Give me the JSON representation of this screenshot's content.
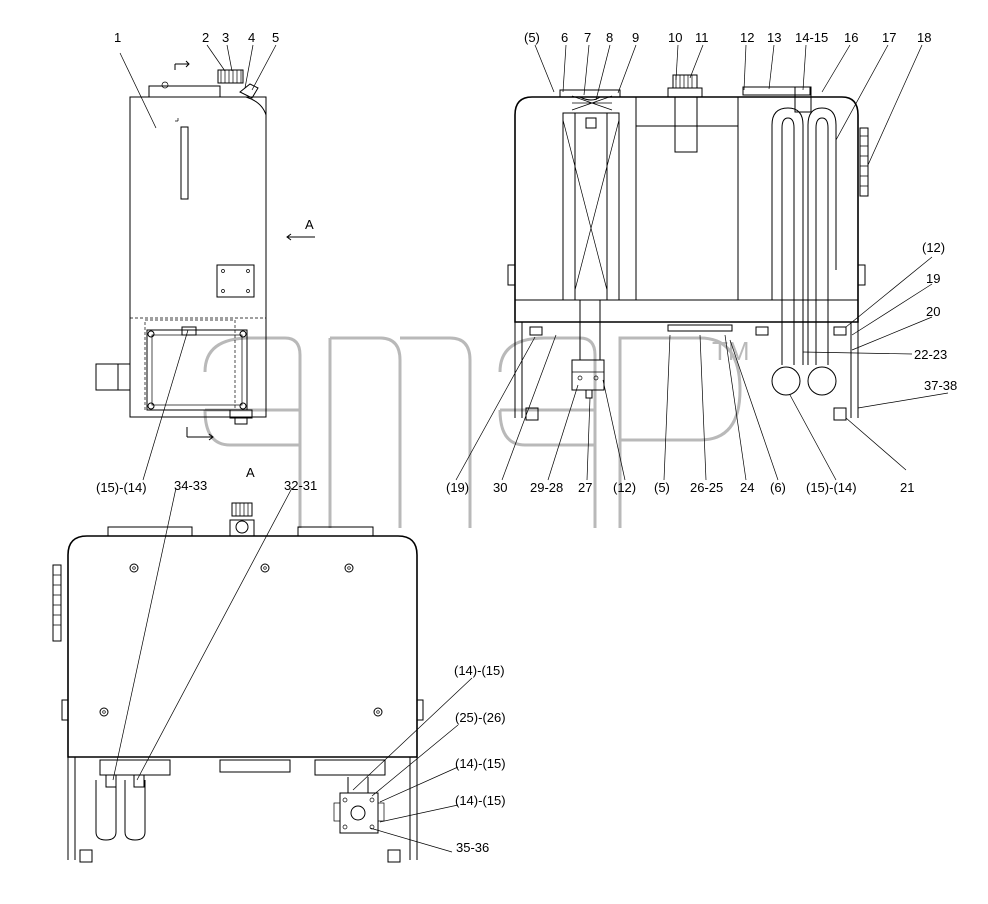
{
  "watermark": "TM",
  "side_view": {
    "labels": {
      "l1": "1",
      "l2": "2",
      "l3": "3",
      "l4": "4",
      "l5": "5",
      "arrow_a": "A",
      "bottom_left": "(15)-(14)"
    }
  },
  "front_view": {
    "top_labels": {
      "t5p": "(5)",
      "t6": "6",
      "t7": "7",
      "t8": "8",
      "t9": "9",
      "t10": "10",
      "t11": "11",
      "t12": "12",
      "t13": "13",
      "t14_15": "14-15",
      "t16": "16",
      "t17": "17",
      "t18": "18"
    },
    "right_labels": {
      "r12p": "(12)",
      "r19": "19",
      "r20": "20",
      "r22_23": "22-23",
      "r37_38": "37-38",
      "r21": "21"
    },
    "bottom_labels": {
      "b19p": "(19)",
      "b30": "30",
      "b29_28": "29-28",
      "b27": "27",
      "b12p": "(12)",
      "b5p": "(5)",
      "b26_25": "26-25",
      "b24": "24",
      "b6p": "(6)",
      "b15_14": "(15)-(14)"
    }
  },
  "view_a": {
    "title": "A",
    "labels": {
      "l34_33": "34-33",
      "l32_31": "32-31",
      "l14_15a": "(14)-(15)",
      "l25_26": "(25)-(26)",
      "l14_15b": "(14)-(15)",
      "l14_15c": "(14)-(15)",
      "l35_36": "35-36"
    }
  }
}
